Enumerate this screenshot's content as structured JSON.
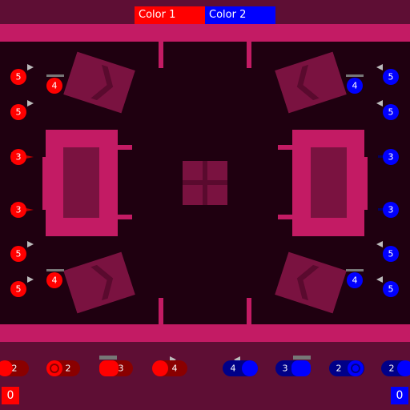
{
  "teams": [
    {
      "label": "Color 1",
      "color": "#ff0000",
      "score": "0"
    },
    {
      "label": "Color 2",
      "color": "#0000ff",
      "score": "0"
    }
  ],
  "colors": {
    "background": "#5e0e34",
    "arena": "#1f0010",
    "wall": "#c31b64",
    "obstacle": "#7a1240",
    "obstacle_dark": "#5a0a2e",
    "team1": "#ff0000",
    "team2": "#0000ff"
  },
  "field_units": {
    "team1": [
      "5",
      "5",
      "3",
      "3",
      "5",
      "5",
      "4",
      "4"
    ],
    "team2": [
      "5",
      "5",
      "3",
      "3",
      "5",
      "5",
      "4",
      "4"
    ]
  },
  "reserve_units": {
    "team1": [
      "2",
      "2",
      "3",
      "4"
    ],
    "team2": [
      "4",
      "3",
      "2",
      "2"
    ]
  }
}
